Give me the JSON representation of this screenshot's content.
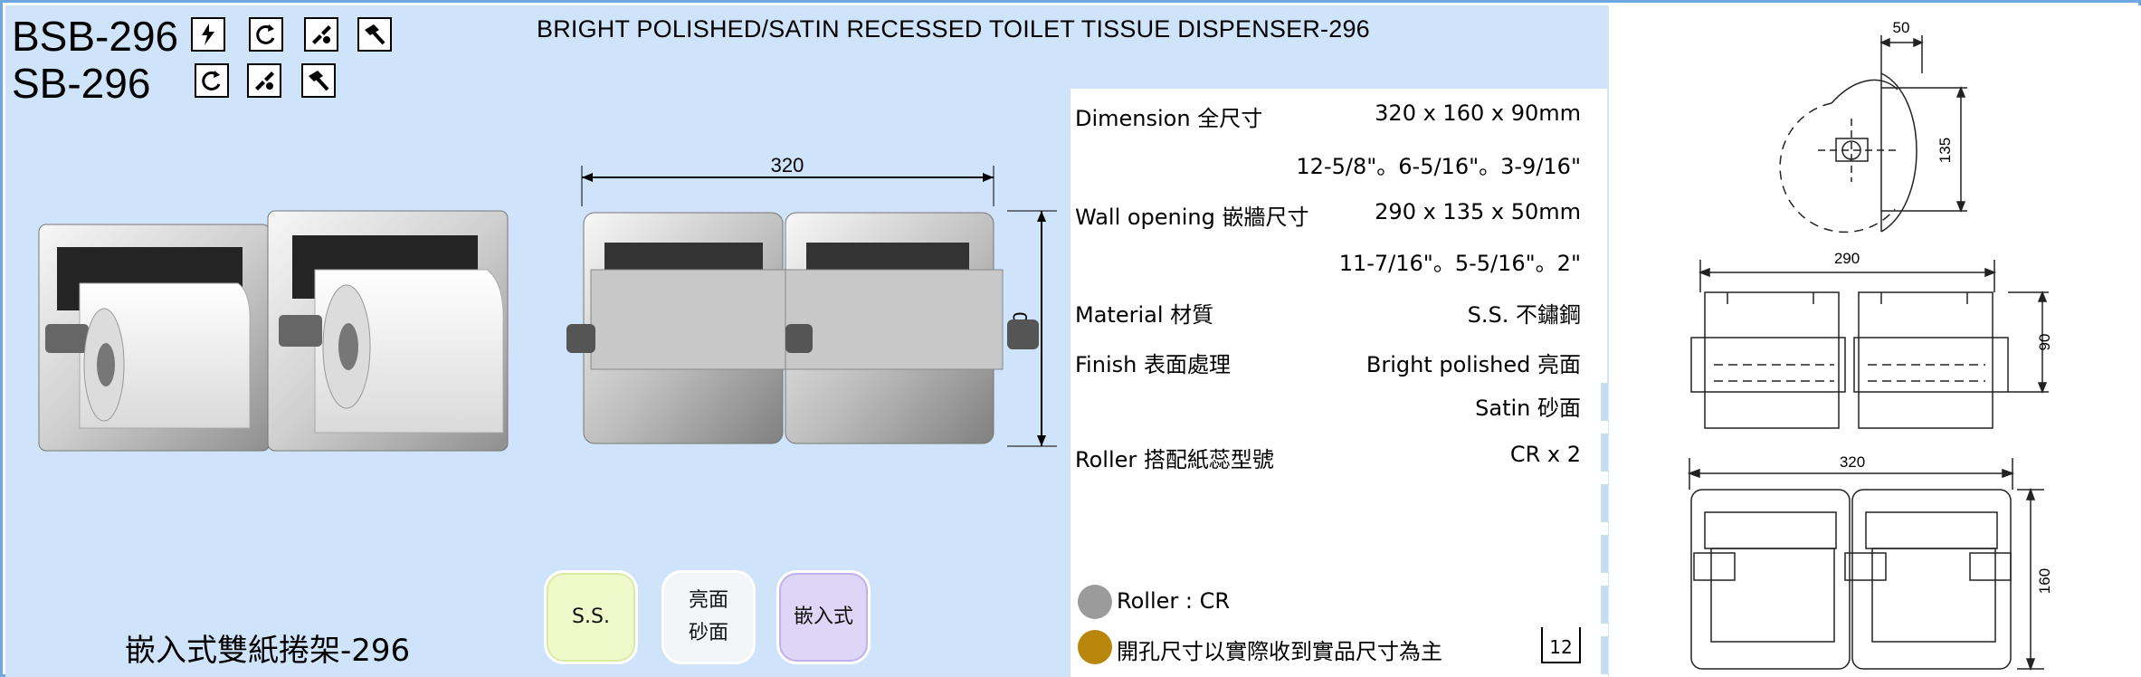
{
  "header": {
    "model_primary": "BSB-296",
    "model_secondary": "SB-296",
    "title": "BRIGHT POLISHED/SATIN RECESSED TOILET TISSUE DISPENSER-296",
    "primary_icons": [
      "lightning-icon",
      "refresh-icon",
      "screwdriver-icon",
      "hammer-icon"
    ],
    "secondary_icons": [
      "refresh-icon",
      "screwdriver-icon",
      "hammer-icon"
    ]
  },
  "product": {
    "name_zh": "嵌入式雙紙捲架-296"
  },
  "dimension_drawing": {
    "width_label": "320",
    "height_label": "160"
  },
  "badges": {
    "material": "S.S.",
    "finish_line1": "亮面",
    "finish_line2": "砂面",
    "type": "嵌入式"
  },
  "specs": [
    {
      "label": "Dimension 全尺寸",
      "value": "320 x 160 x 90mm"
    },
    {
      "label": "",
      "value": "12-5/8\"。6-5/16\"。3-9/16\""
    },
    {
      "label": "Wall opening 嵌牆尺寸",
      "value": "290 x 135 x 50mm"
    },
    {
      "label": "",
      "value": "11-7/16\"。5-5/16\"。2\""
    },
    {
      "label": "Material 材質",
      "value": "S.S. 不鏽鋼"
    },
    {
      "label": "Finish 表面處理",
      "value": "Bright polished 亮面"
    },
    {
      "label": "",
      "value": "Satin 砂面"
    },
    {
      "label": "Roller 搭配紙蕊型號",
      "value": "CR x 2"
    }
  ],
  "legend": [
    {
      "text": "Roller : CR",
      "color": "#9b9b9b"
    },
    {
      "text": "開孔尺寸以實際收到實品尺寸為主",
      "color": "#b8860b"
    }
  ],
  "page_number": "12",
  "technical": {
    "side_width": "50",
    "side_height": "135",
    "top_width": "290",
    "top_depth": "90",
    "front_width": "320",
    "front_height": "160"
  }
}
